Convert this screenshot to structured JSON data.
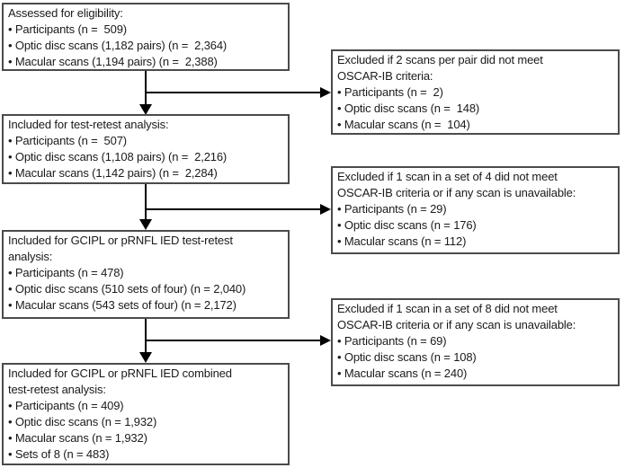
{
  "figure": {
    "type": "consort-style-flow-diagram",
    "colors": {
      "background": "#ffffff",
      "box_border": "#4b4b4b",
      "text": "#1a1a1a",
      "arrow": "#000000"
    },
    "left_boxes": [
      {
        "id": "assessed-eligibility",
        "title": "Assessed for eligibility:",
        "items": [
          "• Participants (n =  509)",
          "• Optic disc scans (1,182 pairs) (n =  2,364)",
          "• Macular scans (1,194 pairs) (n =  2,388)"
        ]
      },
      {
        "id": "included-test-retest",
        "title": "Included for test-retest analysis:",
        "items": [
          "• Participants (n =  507)",
          "• Optic disc scans (1,108 pairs) (n =  2,216)",
          "• Macular scans (1,142 pairs) (n =  2,284)"
        ]
      },
      {
        "id": "included-ied-test-retest",
        "title": "Included for GCIPL or pRNFL IED test-retest\nanalysis:",
        "items": [
          "• Participants (n = 478)",
          "• Optic disc scans (510 sets of four) (n = 2,040)",
          "• Macular scans (543 sets of four) (n = 2,172)"
        ]
      },
      {
        "id": "included-ied-combined",
        "title": "Included for GCIPL or pRNFL IED combined\ntest-retest analysis:",
        "items": [
          "• Participants (n = 409)",
          "• Optic disc scans (n = 1,932)",
          "• Macular scans (n = 1,932)",
          "• Sets of 8 (n = 483)"
        ]
      }
    ],
    "right_boxes": [
      {
        "id": "excluded-pair",
        "title": "Excluded if 2 scans per pair did not meet\nOSCAR-IB criteria:",
        "items": [
          "• Participants (n =  2)",
          "• Optic disc scans (n =  148)",
          "• Macular scans (n =  104)"
        ]
      },
      {
        "id": "excluded-set-of-4",
        "title": "Excluded if 1 scan in a set of 4 did not meet\nOSCAR-IB criteria or if any scan is unavailable:",
        "items": [
          "• Participants (n = 29)",
          "• Optic disc scans (n = 176)",
          "• Macular scans (n = 112)"
        ]
      },
      {
        "id": "excluded-set-of-8",
        "title": "Excluded if 1 scan in a set of 8 did not meet\nOSCAR-IB criteria or if any scan is unavailable:",
        "items": [
          "• Participants (n = 69)",
          "• Optic disc scans (n = 108)",
          "• Macular scans (n = 240)"
        ]
      }
    ]
  }
}
